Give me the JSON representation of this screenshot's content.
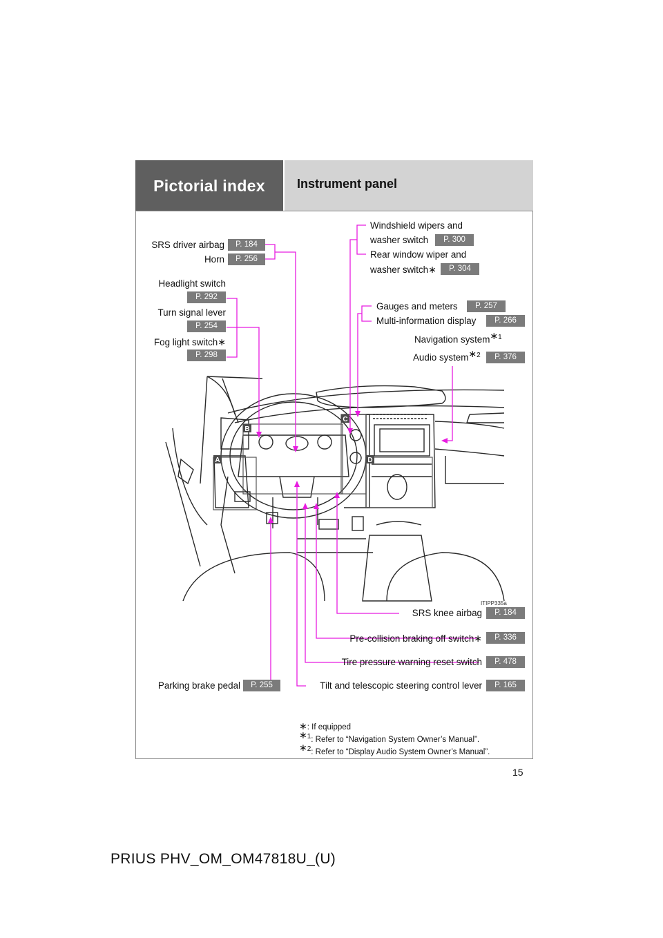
{
  "header": {
    "section": "Pictorial index",
    "title": "Instrument panel"
  },
  "callouts": {
    "srs_driver_airbag": {
      "label": "SRS driver airbag",
      "page": "P. 184"
    },
    "horn": {
      "label": "Horn",
      "page": "P. 256"
    },
    "headlight_switch": {
      "label": "Headlight switch",
      "page": "P. 292"
    },
    "turn_signal_lever": {
      "label": "Turn signal lever",
      "page": "P. 254"
    },
    "fog_light_switch": {
      "label": "Fog light switch",
      "page": "P. 298"
    },
    "windshield_wipers_1": {
      "label": "Windshield wipers and"
    },
    "windshield_wipers_2": {
      "label": "washer switch",
      "page": "P. 300"
    },
    "rear_wiper_1": {
      "label": "Rear window wiper and"
    },
    "rear_wiper_2": {
      "label": "washer switch",
      "page": "P. 304"
    },
    "gauges_meters": {
      "label": "Gauges and meters",
      "page": "P. 257"
    },
    "multi_info_display": {
      "label": "Multi-information display",
      "page": "P. 266"
    },
    "navigation_system": {
      "label": "Navigation system"
    },
    "audio_system": {
      "label": "Audio system",
      "page": "P. 376"
    },
    "srs_knee_airbag": {
      "label": "SRS knee airbag",
      "page": "P. 184"
    },
    "pre_collision": {
      "label": "Pre-collision braking off switch",
      "page": "P. 336"
    },
    "tire_pressure": {
      "label": "Tire pressure warning reset switch",
      "page": "P. 478"
    },
    "parking_brake": {
      "label": "Parking brake pedal",
      "page": "P. 255"
    },
    "tilt_telescopic": {
      "label": "Tilt and telescopic steering control lever",
      "page": "P. 165"
    }
  },
  "marks": {
    "star": "∗",
    "one": "1",
    "two": "2"
  },
  "diagram": {
    "image_code": "ITIPP335a",
    "region_a": "A",
    "region_b": "B",
    "region_c": "C",
    "region_d": "D"
  },
  "notes": {
    "if_equipped": ":  If equipped",
    "note1": ": Refer to “Navigation System Owner’s Manual”.",
    "note2": ": Refer to “Display Audio System Owner’s Manual”."
  },
  "page_number": "15",
  "footer": "PRIUS PHV_OM_OM47818U_(U)",
  "colors": {
    "leader": "#e81ce0",
    "badge": "#7b7b7b",
    "header_dark": "#5f5f5f",
    "header_light": "#d3d3d3"
  }
}
